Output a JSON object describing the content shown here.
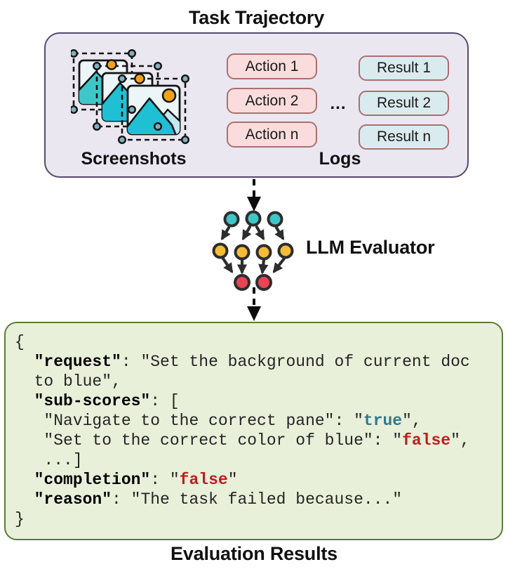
{
  "titles": {
    "task_trajectory": "Task Trajectory",
    "llm_evaluator": "LLM Evaluator",
    "evaluation_results": "Evaluation Results"
  },
  "trajectory": {
    "screenshots_label": "Screenshots",
    "logs_label": "Logs",
    "ellipsis": "...",
    "actions": [
      "Action 1",
      "Action 2",
      "Action n"
    ],
    "results": [
      "Result 1",
      "Result 2",
      "Result n"
    ]
  },
  "icons": {
    "screenshots": "stacked-screenshots-icon",
    "llm": "neural-network-icon",
    "flow": "dashed-down-arrow-icon"
  },
  "evaluation_json": {
    "lines": [
      [
        {
          "t": "{",
          "s": "plain"
        }
      ],
      [
        {
          "t": "  ",
          "s": "plain"
        },
        {
          "t": "\"request\"",
          "s": "key"
        },
        {
          "t": ": ",
          "s": "plain"
        },
        {
          "t": "\"Set the background of current doc",
          "s": "str"
        }
      ],
      [
        {
          "t": "  to blue\",",
          "s": "str"
        }
      ],
      [
        {
          "t": "  ",
          "s": "plain"
        },
        {
          "t": "\"sub-scores\"",
          "s": "key"
        },
        {
          "t": ": [",
          "s": "plain"
        }
      ],
      [
        {
          "t": "   \"Navigate to the correct pane\": \"",
          "s": "str"
        },
        {
          "t": "true",
          "s": "true"
        },
        {
          "t": "\",",
          "s": "str"
        }
      ],
      [
        {
          "t": "   \"Set to the correct color of blue\": \"",
          "s": "str"
        },
        {
          "t": "false",
          "s": "false"
        },
        {
          "t": "\",",
          "s": "str"
        }
      ],
      [
        {
          "t": "   ...]",
          "s": "plain"
        }
      ],
      [
        {
          "t": "  ",
          "s": "plain"
        },
        {
          "t": "\"completion\"",
          "s": "key"
        },
        {
          "t": ": \"",
          "s": "plain"
        },
        {
          "t": "false",
          "s": "false"
        },
        {
          "t": "\"",
          "s": "plain"
        }
      ],
      [
        {
          "t": "  ",
          "s": "plain"
        },
        {
          "t": "\"reason\"",
          "s": "key"
        },
        {
          "t": ": ",
          "s": "plain"
        },
        {
          "t": "\"The task failed because...\"",
          "s": "str"
        }
      ],
      [
        {
          "t": "}",
          "s": "plain"
        }
      ]
    ]
  },
  "colors": {
    "trajectory_box_fill": "#eae7f1",
    "trajectory_box_border": "#574a6d",
    "action_fill": "#fadcdc",
    "result_fill": "#daebf0",
    "button_border": "#ad6f6f",
    "results_box_fill": "#e9f0da",
    "results_box_border": "#5b7d34",
    "true_value": "#2c7b8e",
    "false_value": "#c01d1d",
    "nn_teal": "#3fc6c9",
    "nn_yellow": "#f4bd35",
    "nn_red": "#e84456"
  }
}
